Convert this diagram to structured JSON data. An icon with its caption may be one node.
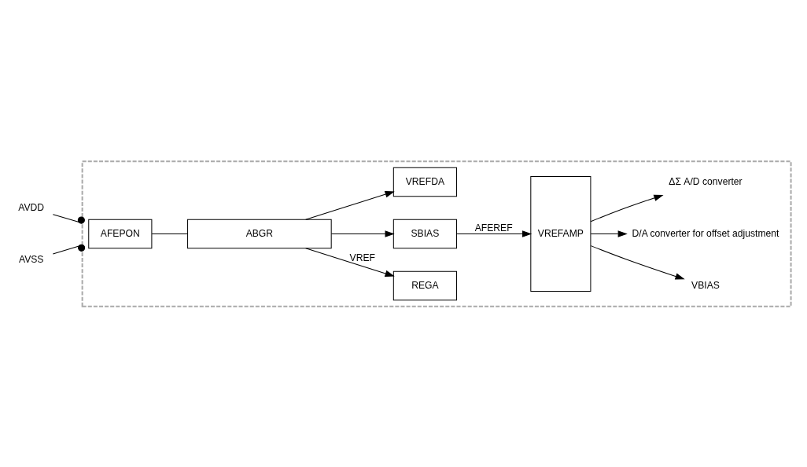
{
  "diagram": {
    "nodes": [
      {
        "text": [],
        "shape": "box"
      },
      {
        "text": [
          "AVDD"
        ]
      },
      {
        "text": [
          "AVSS"
        ]
      },
      {
        "text": [
          "AFEPON"
        ],
        "in": 0
      },
      {
        "text": [
          "ABGR"
        ],
        "in": 0
      },
      {
        "text": [
          "REGA"
        ],
        "in": 0
      },
      {
        "text": [
          "SBIAS"
        ],
        "in": 0
      },
      {
        "text": [
          "VREFAMP"
        ],
        "in": 0
      },
      {
        "text": [
          "VREFDA"
        ],
        "in": 0
      },
      {
        "text": [
          "VBIAS"
        ],
        "in": 0
      },
      {
        "text": [
          "D/A converter for offset adjustment"
        ],
        "in": 0
      },
      {
        "text": [
          "ΔΣ A/D converter"
        ],
        "in": 0
      }
    ],
    "edges": [
      {
        "from": 1,
        "to": 0,
        "arrow": "other"
      },
      {
        "from": 2,
        "to": 0,
        "arrow": "other"
      },
      {
        "from": 3,
        "to": 4,
        "arrow": "none"
      },
      {
        "from": 4,
        "to": 5,
        "arrow": "to",
        "label": "VREF"
      },
      {
        "from": 4,
        "to": 6,
        "arrow": "to"
      },
      {
        "from": 4,
        "to": 8,
        "arrow": "to"
      },
      {
        "from": 6,
        "to": 7,
        "arrow": "to",
        "label": "AFEREF"
      },
      {
        "from": 7,
        "to": 9,
        "arrow": "to"
      },
      {
        "from": 7,
        "to": 10,
        "arrow": "to"
      },
      {
        "from": 7,
        "to": 11,
        "arrow": "to"
      }
    ]
  }
}
